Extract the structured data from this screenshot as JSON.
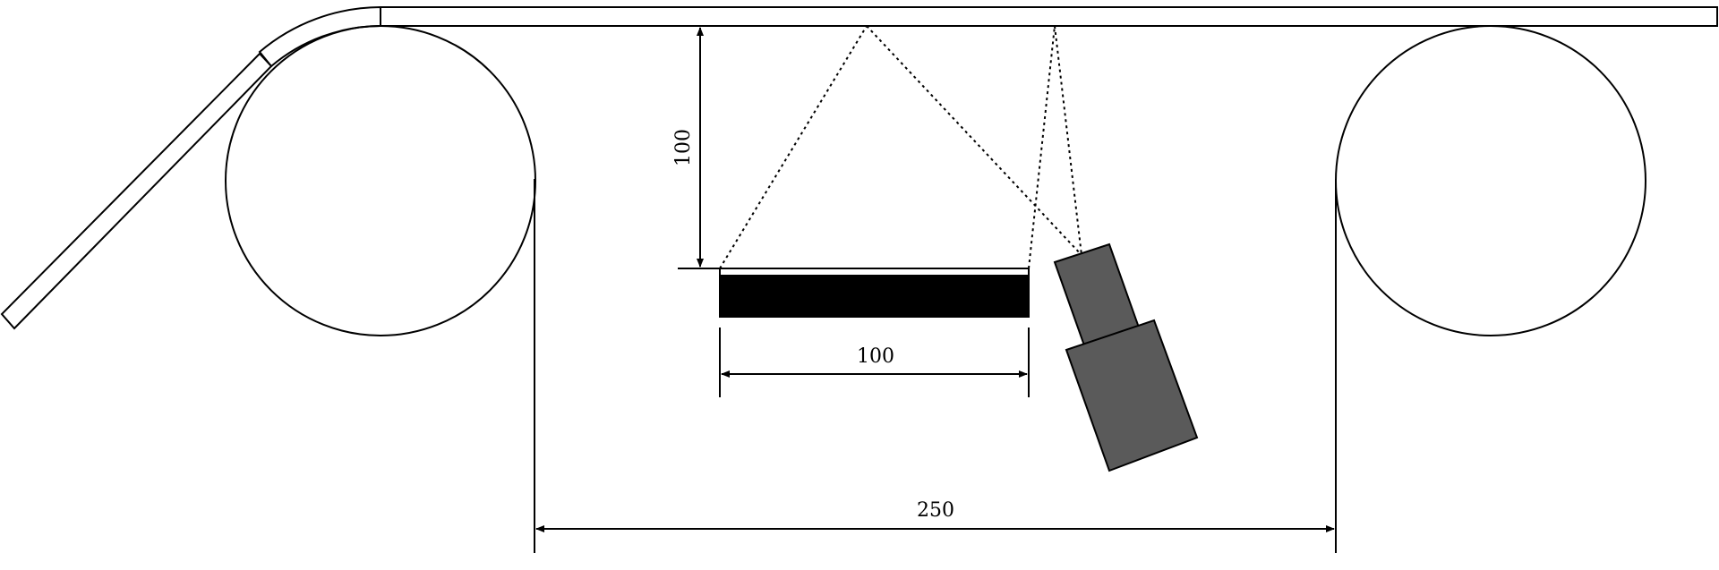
{
  "dimensions": {
    "vertical_gap": "100",
    "plate_width": "100",
    "roller_spacing": "250"
  },
  "colors": {
    "stroke": "#000000",
    "camera_body": "#5a5a5a",
    "plate_fill": "#000000",
    "background": "#ffffff"
  }
}
